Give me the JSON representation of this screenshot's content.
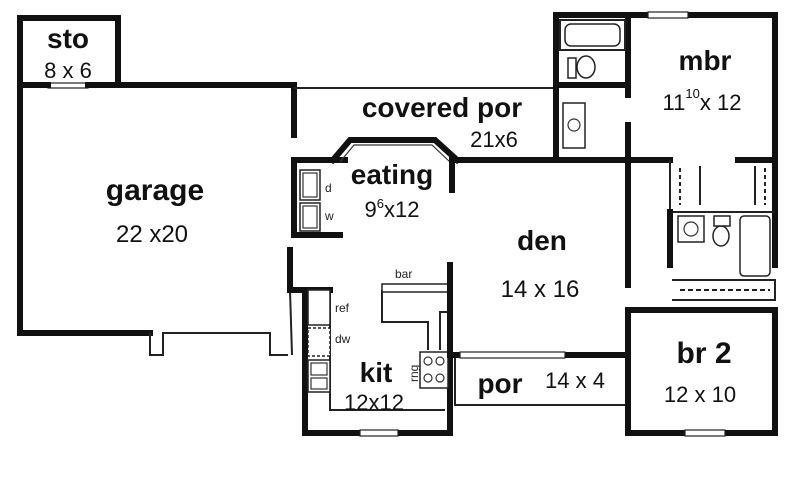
{
  "rooms": {
    "sto": {
      "name": "sto",
      "dim": "8 x 6"
    },
    "garage": {
      "name": "garage",
      "dim": "22 x20"
    },
    "covered_por": {
      "name": "covered por",
      "dim": "21x6"
    },
    "eating": {
      "name": "eating",
      "dim_a": "9",
      "dim_sup": "6",
      "dim_b": "x12"
    },
    "den": {
      "name": "den",
      "dim": "14 x 16"
    },
    "kit": {
      "name": "kit",
      "dim": "12x12"
    },
    "por": {
      "name": "por",
      "dim": "14 x 4"
    },
    "mbr": {
      "name": "mbr",
      "dim_a": "11",
      "dim_sup": "10",
      "dim_b": "x 12"
    },
    "br2": {
      "name": "br 2",
      "dim": "12 x 10"
    }
  },
  "fixtures": {
    "dryer": "d",
    "washer": "w",
    "bar": "bar",
    "ref": "ref",
    "dishwasher": "dw",
    "range": "rng"
  }
}
